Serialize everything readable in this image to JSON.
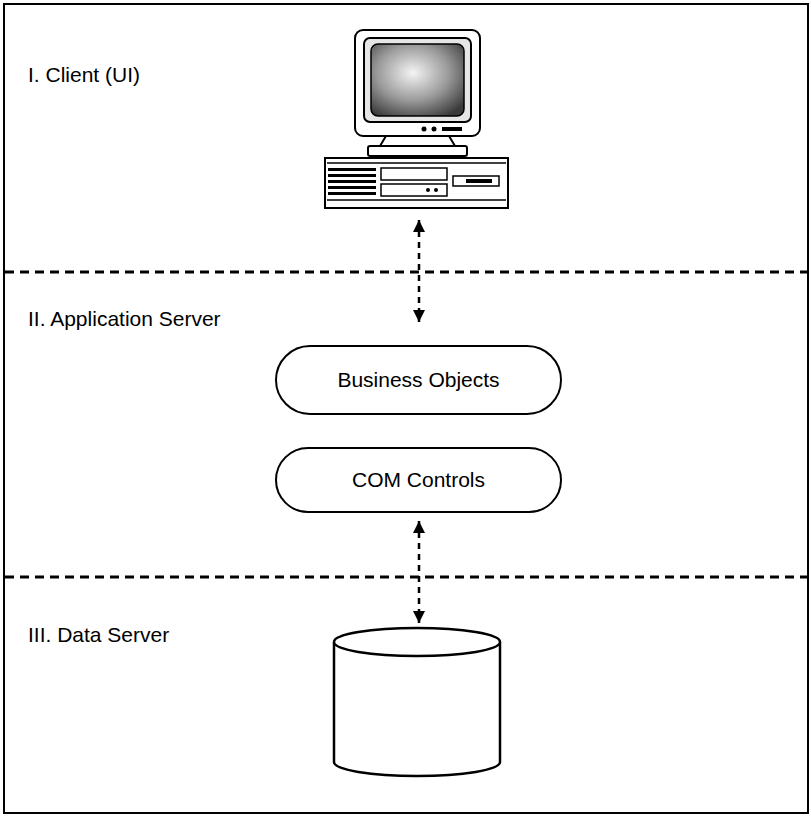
{
  "diagram": {
    "nodes": [
      {
        "text": [
          "I. Client (UI)"
        ]
      },
      {
        "text": [
          "II. Application Server"
        ]
      },
      {
        "text": [
          "Business Objects"
        ],
        "in": 1
      },
      {
        "text": [
          "COM Controls"
        ],
        "in": 1
      },
      {
        "text": [
          "III. Data Server"
        ]
      }
    ],
    "edges": [
      {
        "from": 0,
        "to": 2,
        "arrow": "both"
      },
      {
        "from": 3,
        "to": 4,
        "arrow": "both"
      }
    ]
  }
}
